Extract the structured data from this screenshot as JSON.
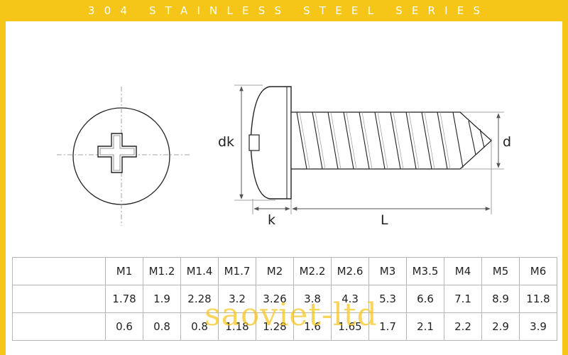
{
  "header": {
    "title": "304 STAINLESS STEEL SERIES"
  },
  "diagram": {
    "labels": {
      "head_diameter": "dk",
      "thread_diameter": "d",
      "head_height": "k",
      "length": "L"
    }
  },
  "spec_table": {
    "sizes": [
      "M1",
      "M1.2",
      "M1.4",
      "M1.7",
      "M2",
      "M2.2",
      "M2.6",
      "M3",
      "M3.5",
      "M4",
      "M5",
      "M6"
    ],
    "rows": [
      {
        "label": "",
        "values": [
          "1.78",
          "1.9",
          "2.28",
          "3.2",
          "3.26",
          "3.8",
          "4.3",
          "5.3",
          "6.6",
          "7.1",
          "8.9",
          "11.8"
        ]
      },
      {
        "label": "",
        "values": [
          "0.6",
          "0.8",
          "0.8",
          "1.18",
          "1.28",
          "1.6",
          "1.65",
          "1.7",
          "2.1",
          "2.2",
          "2.9",
          "3.9"
        ]
      }
    ]
  },
  "watermark": "saoviet-ltd",
  "colors": {
    "background": "#f5c518",
    "panel": "#ffffff",
    "watermark": "#f5c518",
    "grid": "#b5b5b5"
  }
}
